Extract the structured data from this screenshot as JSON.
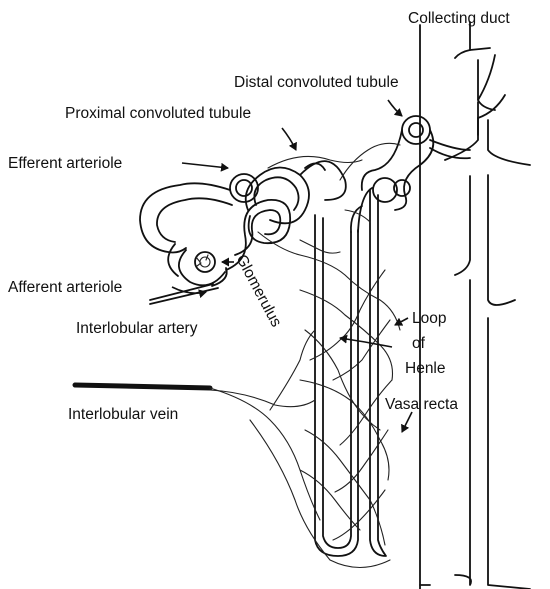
{
  "labels": {
    "collecting_duct": "Collecting duct",
    "distal_convoluted_tubule": "Distal convoluted tubule",
    "proximal_convoluted_tubule": "Proximal convoluted tubule",
    "efferent_arteriole": "Efferent arteriole",
    "glomerulus": "Glomerulus",
    "afferent_arteriole": "Afferent arteriole",
    "interlobular_artery": "Interlobular artery",
    "loop": "Loop",
    "of": "of",
    "henle": "Henle",
    "interlobular_vein": "Interlobular vein",
    "vasa_recta": "Vasa recta"
  }
}
